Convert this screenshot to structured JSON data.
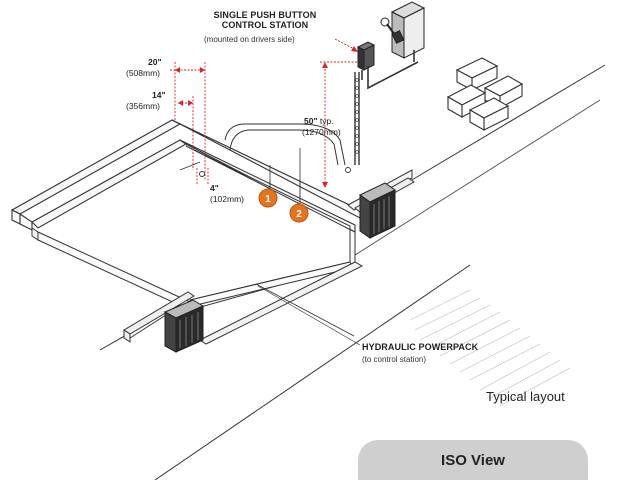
{
  "labels": {
    "control_station_title": "SINGLE PUSH BUTTON",
    "control_station_title2": "CONTROL STATION",
    "control_station_note": "(mounted on drivers side)",
    "dim_20_in": "20\"",
    "dim_20_mm": "(508mm)",
    "dim_14_in": "14\"",
    "dim_14_mm": "(356mm)",
    "dim_4_in": "4\"",
    "dim_4_mm": "(102mm)",
    "dim_50_in": "50\"",
    "dim_50_typ": " typ.",
    "dim_50_mm": "(1270mm)",
    "hydraulic_title": "HYDRAULIC POWERPACK",
    "hydraulic_note": "(to control station)",
    "typical_layout": "Typical layout",
    "iso_view": "ISO View"
  },
  "markers": [
    "1",
    "2"
  ],
  "colors": {
    "marker_fill": "#e8731f",
    "dimension_line": "#d7262b",
    "line": "#333333",
    "pill": "#cfcfcf"
  }
}
